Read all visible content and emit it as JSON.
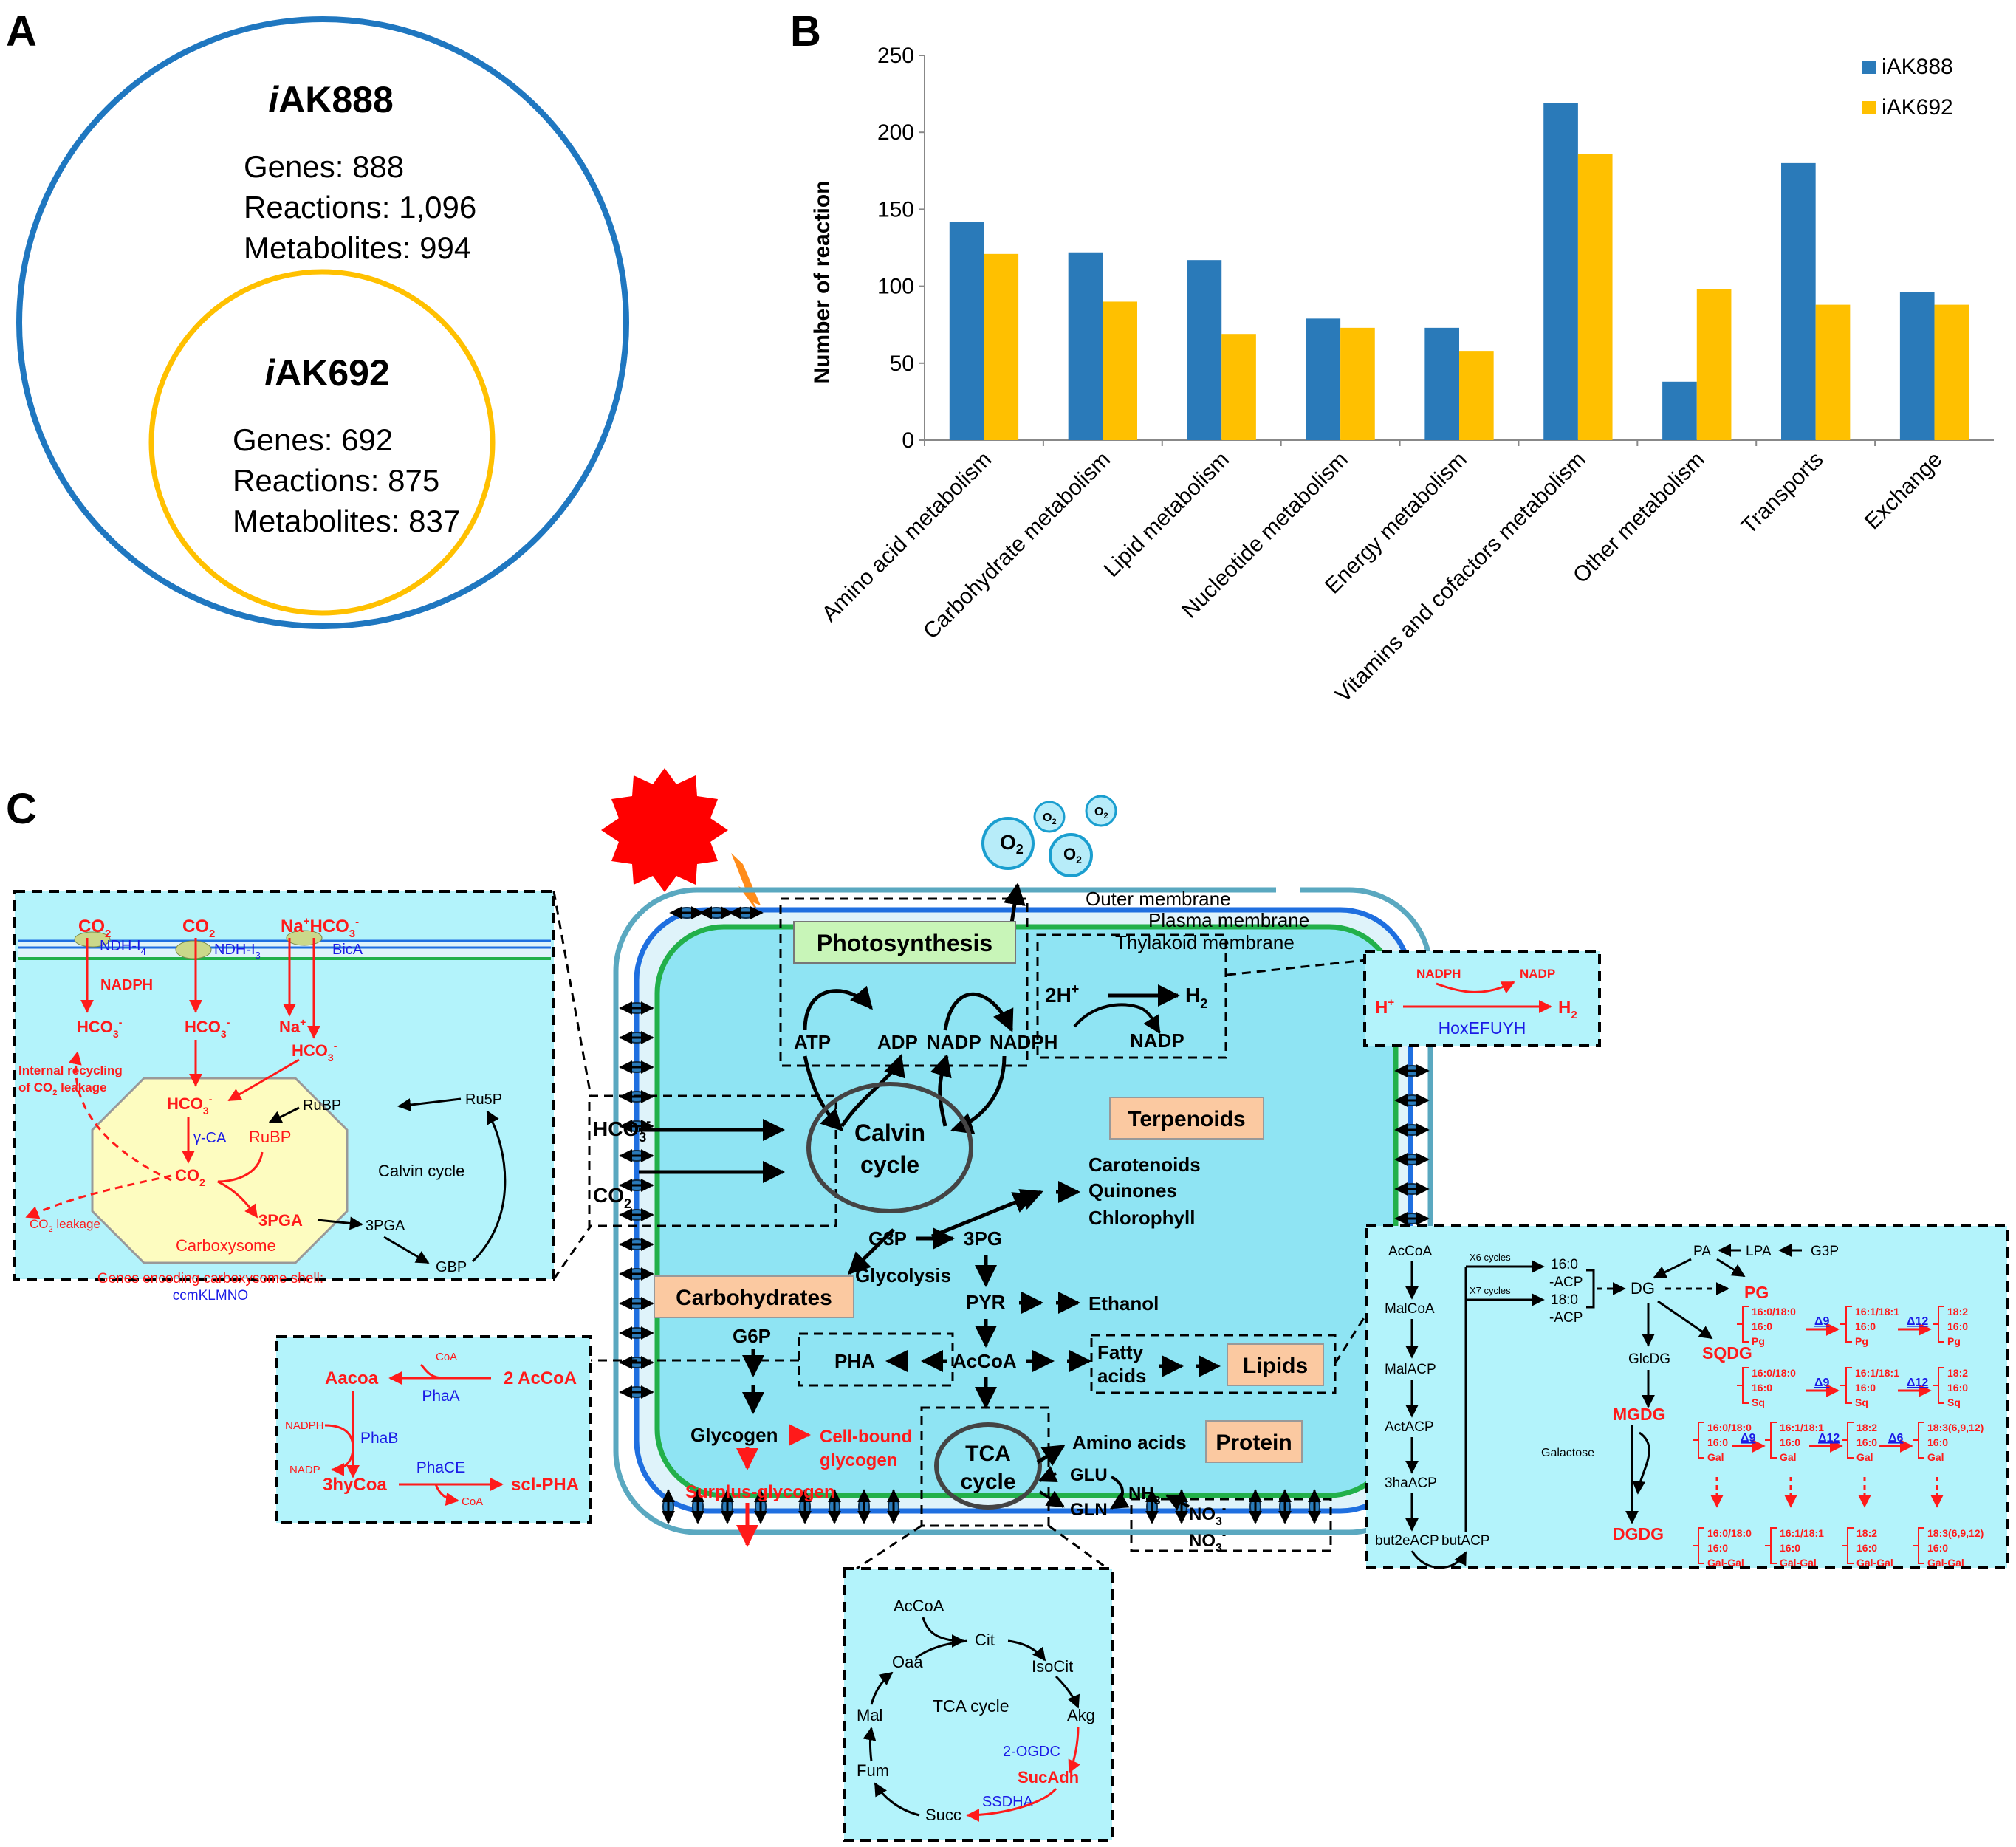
{
  "panels": {
    "a": "A",
    "b": "B",
    "c": "C"
  },
  "venn": {
    "outer": {
      "title": "iAK888",
      "title_i": "i",
      "title_rest": "AK888",
      "genes": "Genes: 888",
      "reactions": "Reactions: 1,096",
      "metabolites": "Metabolites: 994"
    },
    "inner": {
      "title": "iAK692",
      "title_i": "i",
      "title_rest": "AK692",
      "genes": "Genes: 692",
      "reactions": "Reactions: 875",
      "metabolites": "Metabolites: 837"
    }
  },
  "chart_data": {
    "type": "bar",
    "ylabel": "Number of reaction",
    "ylim": [
      0,
      250
    ],
    "yticks": [
      "0",
      "50",
      "100",
      "150",
      "200",
      "250"
    ],
    "categories": [
      "Amino acid metabolism",
      "Carbohydrate metabolism",
      "Lipid metabolism",
      "Nucleotide metabolism",
      "Energy metabolism",
      "Vitamins and cofactors metabolism",
      "Other metabolism",
      "Transports",
      "Exchange"
    ],
    "series": [
      {
        "name": "iAK888",
        "color": "#2a7ab9",
        "values": [
          142,
          122,
          117,
          79,
          73,
          219,
          38,
          180,
          96
        ]
      },
      {
        "name": "iAK692",
        "color": "#ffc000",
        "values": [
          121,
          90,
          69,
          73,
          58,
          186,
          98,
          88,
          88
        ]
      }
    ],
    "legend": "top-right",
    "grid": false
  },
  "colors": {
    "outer_circle": "#1f77c0",
    "inner_circle": "#ffc000",
    "cytoplasm": "#8fe4f3",
    "box_fill": "#b3f3fb",
    "label_box": "#fbc9a1",
    "photo_box": "#c8f5b8",
    "red": "#ff1a1a",
    "blue": "#1a1ae6"
  },
  "cell": {
    "outer_membrane": "Outer membrane",
    "plasma_membrane": "Plasma membrane",
    "thylakoid_membrane": "Thylakoid membrane",
    "o2": "O",
    "o2_sub": "2",
    "photosynthesis": "Photosynthesis",
    "atp": "ATP",
    "adp": "ADP",
    "nadp": "NADP",
    "nadph": "NADPH",
    "h2_2h": "2H",
    "h2": "H",
    "h2_nadp": "NADP",
    "hco3": "HCO",
    "co2": "CO",
    "calvin_1": "Calvin",
    "calvin_2": "cycle",
    "terpenoids": "Terpenoids",
    "carotenoids": "Carotenoids",
    "quinones": "Quinones",
    "chlorophyll": "Chlorophyll",
    "g3p": "G3P",
    "pg3": "3PG",
    "glycolysis": "Glycolysis",
    "carbohydrates": "Carbohydrates",
    "pyr": "PYR",
    "ethanol": "Ethanol",
    "g6p": "G6P",
    "pha": "PHA",
    "accoa": "AcCoA",
    "fatty_1": "Fatty",
    "fatty_2": "acids",
    "lipids": "Lipids",
    "glycogen": "Glycogen",
    "cellbound_1": "Cell-bound",
    "cellbound_2": "glycogen",
    "surplus": "Surplus-glycogen",
    "tca_1": "TCA",
    "tca_2": "cycle",
    "amino": "Amino acids",
    "protein": "Protein",
    "glu": "GLU",
    "gln": "GLN",
    "nh3": "NH",
    "no3": "NO"
  },
  "hydrogen_box": {
    "nadph": "NADPH",
    "nadp": "NADP",
    "h": "H",
    "h2": "H",
    "enzyme": "HoxEFUYH"
  },
  "ccm_box": {
    "co2": "CO",
    "na": "Na",
    "hco3": "HCO",
    "ndh14": "NDH-I",
    "ndh13": "NDH-I",
    "bica": "BicA",
    "nadph": "NADPH",
    "recycle_1": "Internal recycling",
    "recycle_2": "of CO",
    "recycle_3": "leakage",
    "gca": "γ-CA",
    "rubp": "RuBP",
    "pga3": "3PGA",
    "leak": "leakage",
    "carboxysome": "Carboxysome",
    "calvin": "Calvin cycle",
    "ru5p": "Ru5P",
    "gbp": "GBP",
    "shell_1": "Genes encoding carboxysome shell:",
    "shell_2": "ccmKLMNO"
  },
  "pha_box": {
    "aacoa": "Aacoa",
    "coa": "CoA",
    "acoa2": "2 AcCoA",
    "phaa": "PhaA",
    "nadph": "NADPH",
    "phab": "PhaB",
    "nadp": "NADP",
    "hycoa": "3hyCoa",
    "phace": "PhaCE",
    "sclpha": "scl-PHA"
  },
  "tca_box": {
    "accoa": "AcCoA",
    "cit": "Cit",
    "oaa": "Oaa",
    "isocit": "IsoCit",
    "mal": "Mal",
    "title": "TCA cycle",
    "akg": "Akg",
    "ogdc": "2-OGDC",
    "fum": "Fum",
    "sucadh": "SucAdh",
    "ssdha": "SSDHA",
    "succ": "Succ"
  },
  "lipid_box": {
    "accoa": "AcCoA",
    "malcoa": "MalCoA",
    "malacp": "MalACP",
    "actacp": "ActACP",
    "3haacp": "3haACP",
    "but2eacp": "but2eACP",
    "butacp": "butACP",
    "x6": "X6 cycles",
    "x7": "X7 cycles",
    "c160": "16:0",
    "c180": "18:0",
    "acp": "-ACP",
    "pa": "PA",
    "lpa": "LPA",
    "g3p": "G3P",
    "dg": "DG",
    "glcdg": "GlcDG",
    "galactose": "Galactose",
    "pg": "PG",
    "sqdg": "SQDG",
    "mgdg": "MGDG",
    "dgdg": "DGDG",
    "d9": "Δ9",
    "d12": "Δ12",
    "d6": "Δ6",
    "f160_180": "16:0/18:0",
    "f161_181": "16:1/18:1",
    "f182": "18:2",
    "f183": "18:3(6,9,12)",
    "f160": "16:0",
    "pgh": "Pg",
    "sqh": "Sq",
    "galh": "Gal",
    "galgalh": "Gal-Gal"
  }
}
